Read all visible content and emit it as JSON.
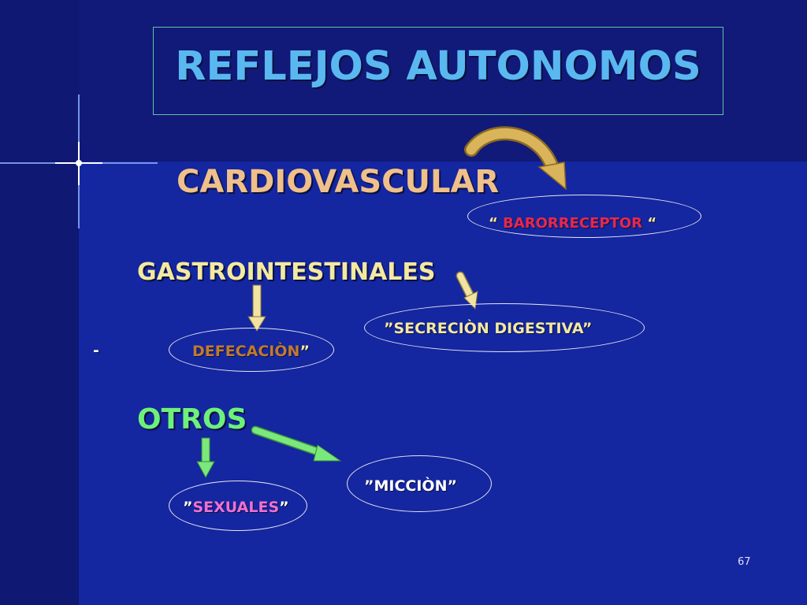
{
  "slide": {
    "title": "REFLEJOS AUTONOMOS",
    "cardiovascular": "CARDIOVASCULAR",
    "baroreceptor": {
      "open": "“ ",
      "word": "BARORRECEPTOR",
      "close": " “"
    },
    "gastrointestinales": "GASTROINTESTINALES",
    "secrecion": "”SECRECIÒN DIGESTIVA”",
    "dash": "-",
    "defecacion": {
      "word": "DEFECACIÒN",
      "close": "”"
    },
    "otros": "OTROS",
    "miccion": "”MICCIÒN”",
    "sexuales": {
      "open": "”",
      "word": "SEXUALES",
      "close": "”"
    },
    "page_number": "67"
  },
  "colors": {
    "background": "#141c80",
    "title": "#5ab8f0",
    "cardiovascular": "#f0c08a",
    "baroreceptor": "#e8284a",
    "gastrointestinales": "#f3e9a0",
    "secrecion": "#f3e9a0",
    "defecacion": "#c07a30",
    "otros": "#6ef07a",
    "miccion": "#ffffff",
    "sexuales": "#f070d0",
    "arrow_gold": "#d9b45a",
    "arrow_cream": "#f3e3a0",
    "arrow_green": "#7ae87a"
  }
}
